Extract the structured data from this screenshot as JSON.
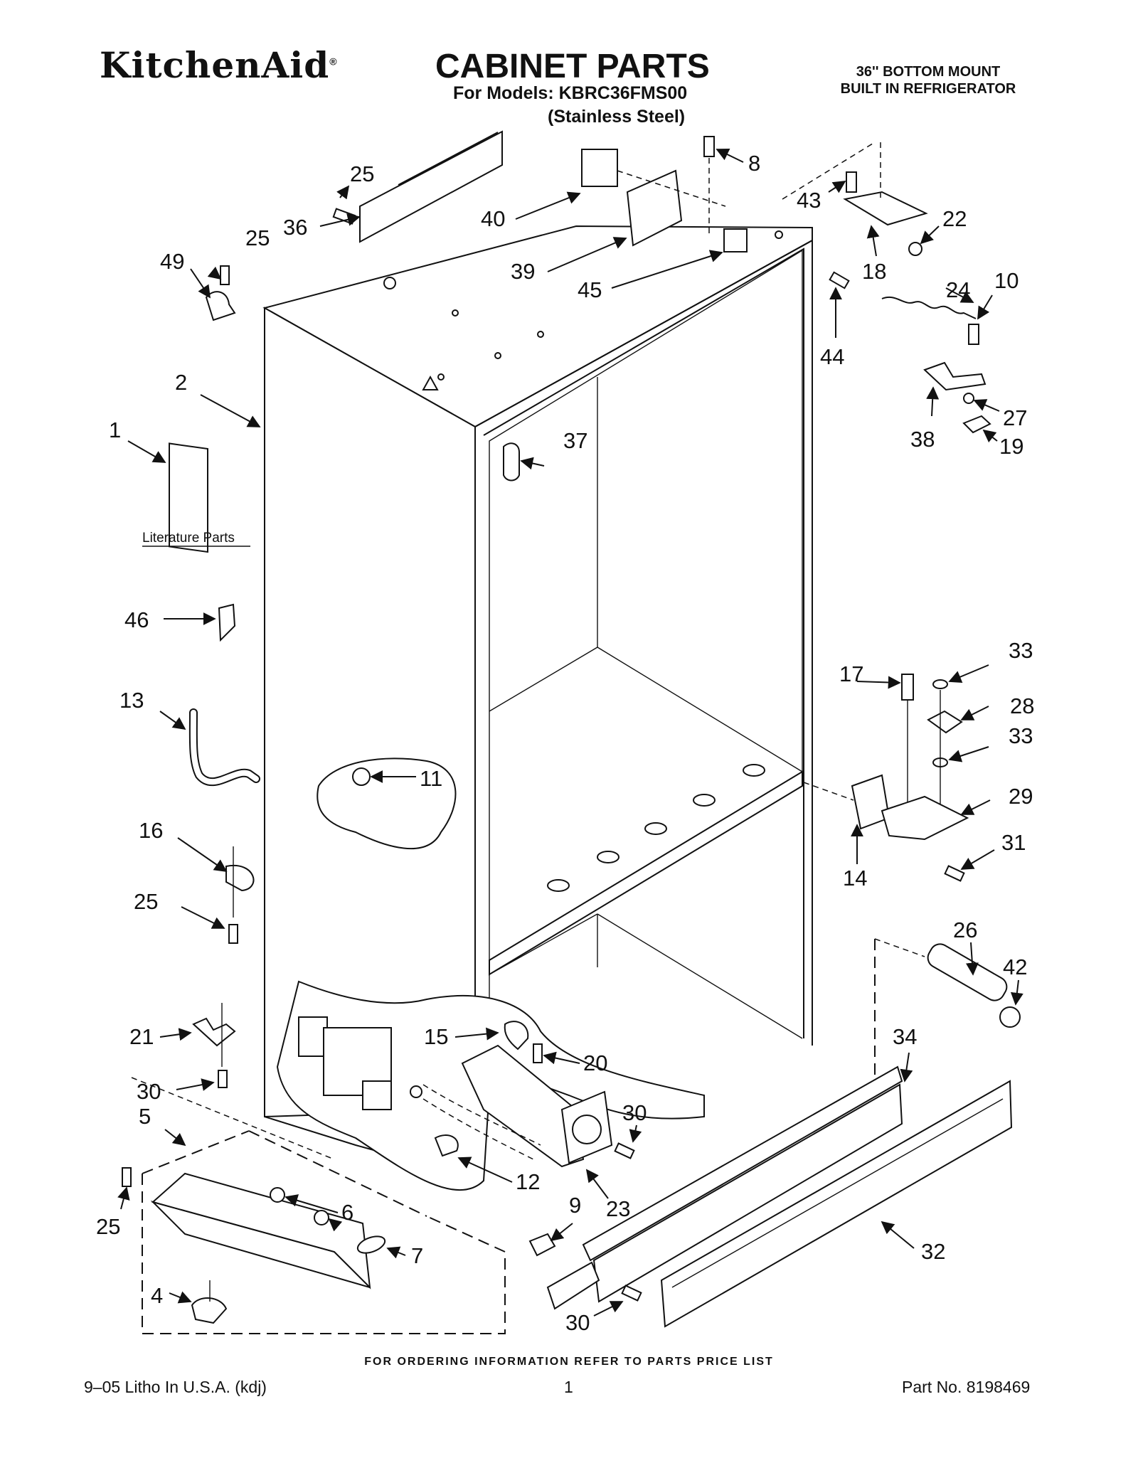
{
  "header": {
    "brand": "KitchenAid",
    "brand_mark": "®",
    "title": "CABINET PARTS",
    "models_line": "For Models: KBRC36FMS00",
    "variant": "(Stainless Steel)",
    "subtitle_line1": "36'' BOTTOM MOUNT",
    "subtitle_line2": "BUILT IN REFRIGERATOR"
  },
  "diagram": {
    "literature_label": "Literature Parts",
    "callouts": [
      {
        "id": "c1",
        "text": "1"
      },
      {
        "id": "c2",
        "text": "2"
      },
      {
        "id": "c4",
        "text": "4"
      },
      {
        "id": "c5",
        "text": "5"
      },
      {
        "id": "c6",
        "text": "6"
      },
      {
        "id": "c7",
        "text": "7"
      },
      {
        "id": "c8",
        "text": "8"
      },
      {
        "id": "c9",
        "text": "9"
      },
      {
        "id": "c10",
        "text": "10"
      },
      {
        "id": "c11",
        "text": "11"
      },
      {
        "id": "c12",
        "text": "12"
      },
      {
        "id": "c13",
        "text": "13"
      },
      {
        "id": "c14",
        "text": "14"
      },
      {
        "id": "c15",
        "text": "15"
      },
      {
        "id": "c16",
        "text": "16"
      },
      {
        "id": "c17",
        "text": "17"
      },
      {
        "id": "c18",
        "text": "18"
      },
      {
        "id": "c19",
        "text": "19"
      },
      {
        "id": "c20",
        "text": "20"
      },
      {
        "id": "c21",
        "text": "21"
      },
      {
        "id": "c22",
        "text": "22"
      },
      {
        "id": "c23",
        "text": "23"
      },
      {
        "id": "c24",
        "text": "24"
      },
      {
        "id": "c25a",
        "text": "25"
      },
      {
        "id": "c25b",
        "text": "25"
      },
      {
        "id": "c25c",
        "text": "25"
      },
      {
        "id": "c25d",
        "text": "25"
      },
      {
        "id": "c26",
        "text": "26"
      },
      {
        "id": "c27",
        "text": "27"
      },
      {
        "id": "c28",
        "text": "28"
      },
      {
        "id": "c29",
        "text": "29"
      },
      {
        "id": "c30a",
        "text": "30"
      },
      {
        "id": "c30b",
        "text": "30"
      },
      {
        "id": "c30c",
        "text": "30"
      },
      {
        "id": "c31",
        "text": "31"
      },
      {
        "id": "c32",
        "text": "32"
      },
      {
        "id": "c33a",
        "text": "33"
      },
      {
        "id": "c33b",
        "text": "33"
      },
      {
        "id": "c34",
        "text": "34"
      },
      {
        "id": "c36",
        "text": "36"
      },
      {
        "id": "c37",
        "text": "37"
      },
      {
        "id": "c38",
        "text": "38"
      },
      {
        "id": "c39",
        "text": "39"
      },
      {
        "id": "c40",
        "text": "40"
      },
      {
        "id": "c42",
        "text": "42"
      },
      {
        "id": "c43",
        "text": "43"
      },
      {
        "id": "c44",
        "text": "44"
      },
      {
        "id": "c45",
        "text": "45"
      },
      {
        "id": "c46",
        "text": "46"
      },
      {
        "id": "c49",
        "text": "49"
      }
    ]
  },
  "footer": {
    "ordering_note": "FOR ORDERING INFORMATION REFER TO PARTS PRICE LIST",
    "litho": "9–05 Litho In U.S.A. (kdj)",
    "page": "1",
    "part_no": "Part No. 8198469"
  }
}
